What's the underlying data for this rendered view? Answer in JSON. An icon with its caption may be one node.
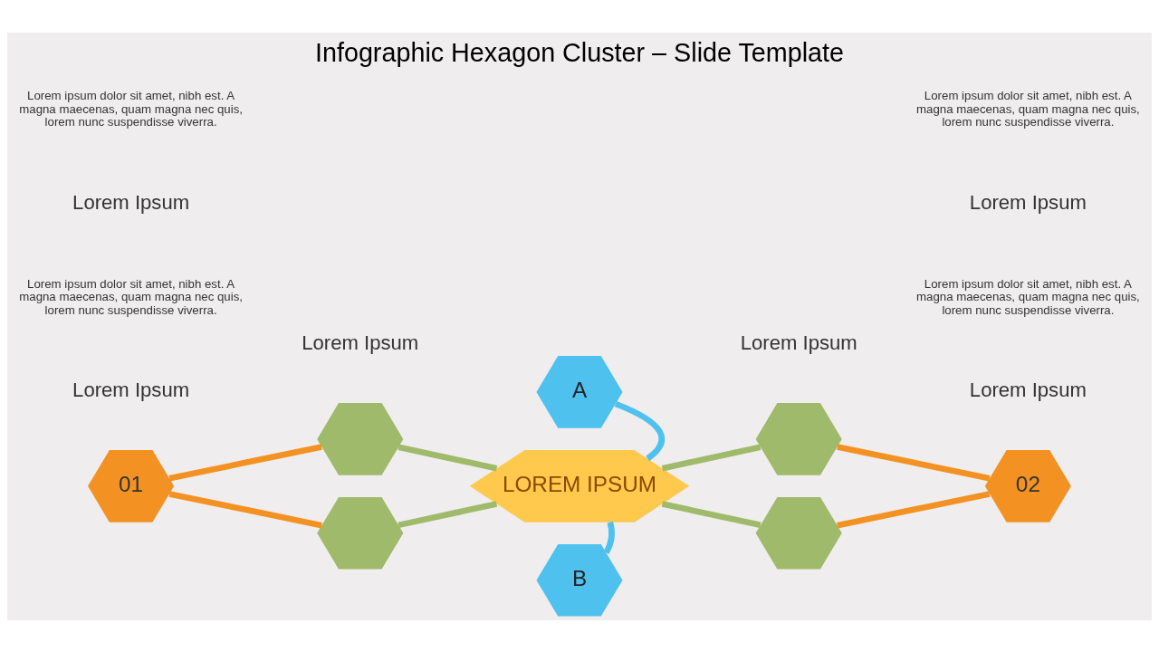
{
  "diagram": {
    "title": "Infographic Hexagon Cluster – Slide Template",
    "nodes": [
      {
        "text": [
          "A"
        ]
      },
      {
        "text": [],
        "shape": "hexagon"
      },
      {
        "text": [],
        "shape": "hexagon"
      },
      {
        "text": [
          "01"
        ]
      },
      {
        "text": [
          "LOREM IPSUM"
        ]
      },
      {
        "text": [
          "02"
        ]
      },
      {
        "text": [],
        "shape": "hexagon"
      },
      {
        "text": [],
        "shape": "hexagon"
      },
      {
        "text": [
          "B"
        ]
      }
    ],
    "edges": [
      {
        "from": 0,
        "to": 4,
        "arrow": "none",
        "color": "#4fc1ef"
      },
      {
        "from": 3,
        "to": 1,
        "arrow": "none",
        "color": "#f39223"
      },
      {
        "from": 1,
        "to": 4,
        "arrow": "none"
      },
      {
        "from": 4,
        "to": 2,
        "arrow": "none"
      },
      {
        "from": 2,
        "to": 5,
        "arrow": "none",
        "color": "#f39223"
      },
      {
        "from": 3,
        "to": 6,
        "arrow": "none",
        "color": "#f39223"
      },
      {
        "from": 6,
        "to": 4,
        "arrow": "none"
      },
      {
        "from": 4,
        "to": 7,
        "arrow": "none"
      },
      {
        "from": 7,
        "to": 5,
        "arrow": "none",
        "color": "#f39223"
      },
      {
        "from": 4,
        "to": 8,
        "arrow": "none",
        "color": "#4fc1ef"
      }
    ],
    "labels": [
      "Lorem Ipsum",
      "Lorem ipsum dolor sit amet, nibh est. A magna maecenas, quam magna nec quis, lorem nunc suspendisse viverra.",
      "Lorem Ipsum",
      "Lorem ipsum dolor sit amet, nibh est. A magna maecenas, quam magna nec quis, lorem nunc suspendisse viverra.",
      "Lorem Ipsum",
      "Lorem Ipsum",
      "Lorem Ipsum",
      "Lorem ipsum dolor sit amet, nibh est. A magna maecenas, quam magna nec quis, lorem nunc suspendisse viverra.",
      "Lorem Ipsum",
      "Lorem ipsum dolor sit amet, nibh est. A magna maecenas, quam magna nec quis, lorem nunc suspendisse viverra."
    ]
  }
}
